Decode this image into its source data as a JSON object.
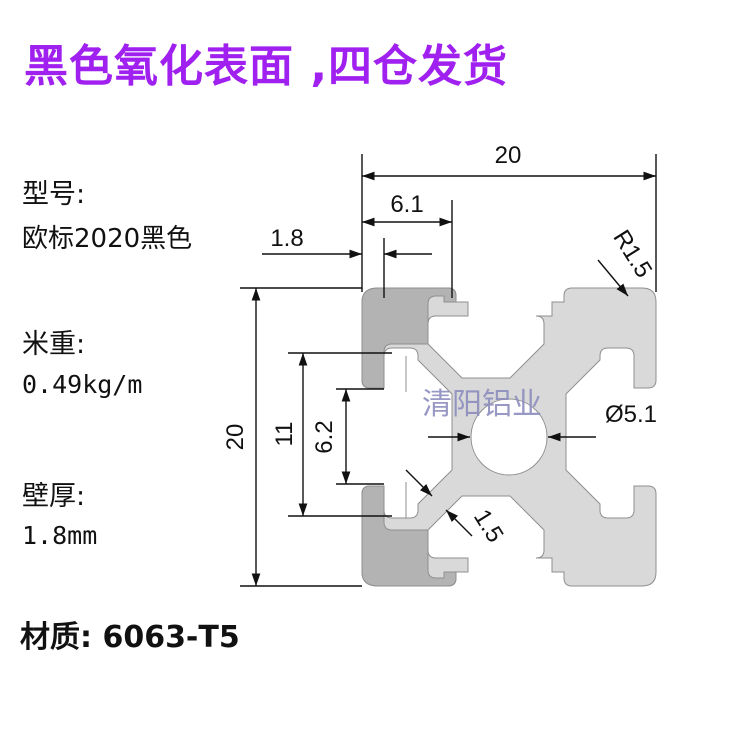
{
  "title": "黑色氧化表面 ,四仓发货",
  "specs": {
    "model_label": "型号:",
    "model_value": "欧标2020黑色",
    "weight_label": "米重:",
    "weight_value": "0.49kg/m",
    "wall_label": "壁厚:",
    "wall_value": "1.8mm",
    "material": "材质: 6063-T5"
  },
  "drawing": {
    "dim_top_width": "20",
    "dim_slot_width": "6.1",
    "dim_lip": "1.8",
    "dim_radius": "R1.5",
    "dim_left_height": "20",
    "dim_slot_height": "11",
    "dim_opening": "6.2",
    "dim_hole": "Ø5.1",
    "dim_web": "1.5",
    "watermark": "清阳铝业"
  },
  "colors": {
    "title": "#a020f0",
    "profile_fill": "#d9d9d9",
    "profile_corner": "#b3b3b3",
    "watermark": "#8d8dbf"
  }
}
